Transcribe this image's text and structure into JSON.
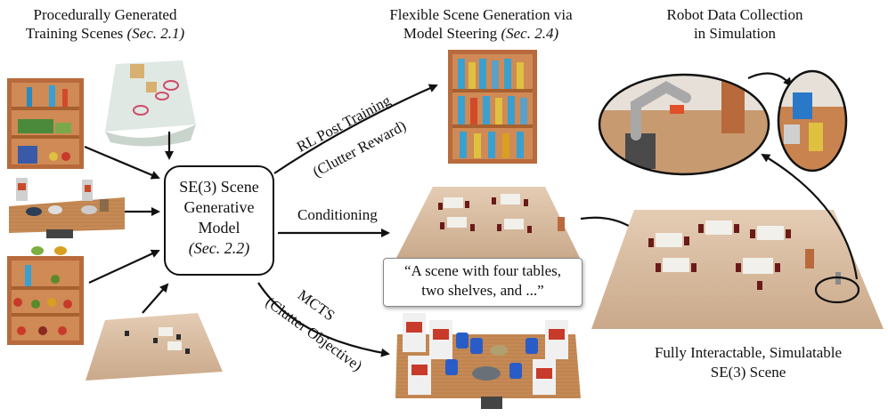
{
  "titles": {
    "left_line1": "Procedurally Generated",
    "left_line2_text": "Training Scenes ",
    "left_line2_ref": "(Sec. 2.1)",
    "mid_line1": "Flexible Scene Generation via",
    "mid_line2_text": "Model Steering ",
    "mid_line2_ref": "(Sec. 2.4)",
    "right_line1": "Robot Data Collection",
    "right_line2": "in Simulation"
  },
  "model_box": {
    "line1": "SE(3) Scene",
    "line2": "Generative",
    "line3": "Model",
    "ref": "(Sec. 2.2)"
  },
  "edges": {
    "rl_line1": "RL Post Training",
    "rl_line2": "(Clutter Reward)",
    "conditioning": "Conditioning",
    "mcts_line1": "MCTS",
    "mcts_line2": "(Clutter Objective)"
  },
  "prompt": {
    "line1": "“A scene with four tables,",
    "line2": "two shelves, and ...”"
  },
  "output_caption": {
    "line1": "Fully Interactable, Simulatable",
    "line2": "SE(3) Scene"
  },
  "colors": {
    "wood": "#c8834f",
    "floor": "#d9bfa6",
    "tablecloth": "#f4f1ea",
    "shelf": "#b86a3c"
  }
}
